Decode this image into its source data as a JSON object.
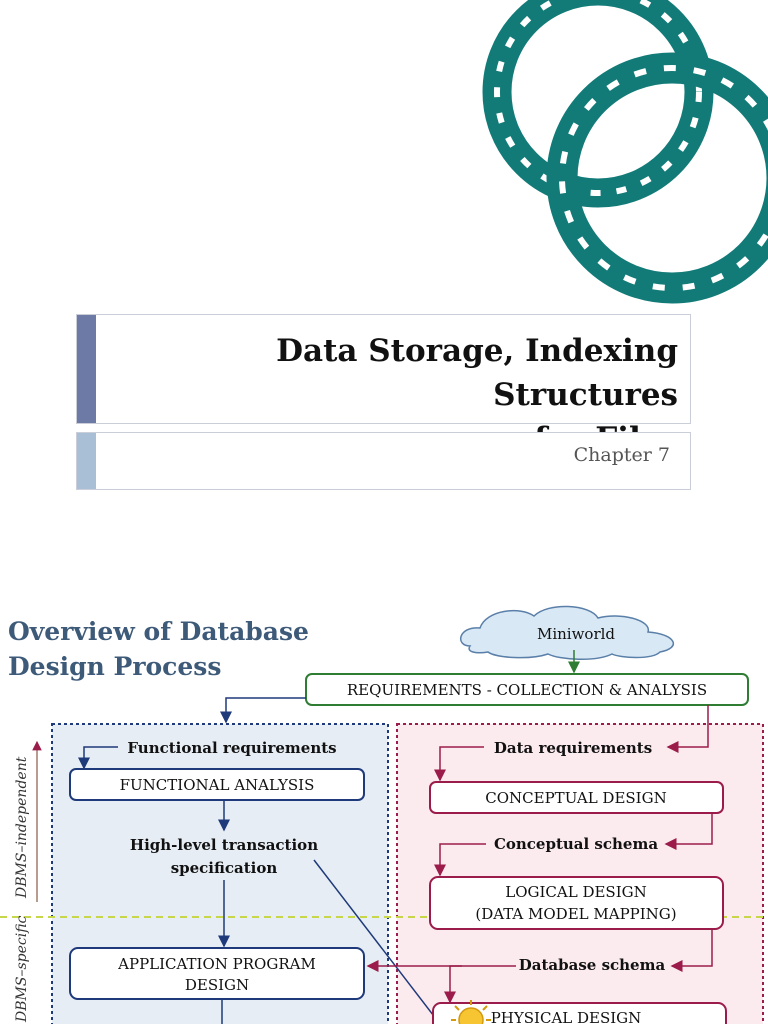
{
  "slide1": {
    "title_line1": "Data Storage, Indexing Structures",
    "title_line2": "for Files",
    "subtitle": "Chapter 7",
    "colors": {
      "title_bar": "#6d7aa6",
      "subtitle_bar": "#a9bfd6",
      "rings": "#127b78"
    }
  },
  "slide2": {
    "title_line1": "Overview of Database",
    "title_line2": "Design Process",
    "side_label_top": "DBMS–independent",
    "side_label_bottom": "DBMS–specific",
    "diagram": {
      "miniworld": "Miniworld",
      "requirements": "REQUIREMENTS - COLLECTION & ANALYSIS",
      "functional_requirements": "Functional requirements",
      "functional_analysis": "FUNCTIONAL ANALYSIS",
      "hl_transaction_1": "High-level transaction",
      "hl_transaction_2": "specification",
      "app_program_1": "APPLICATION PROGRAM",
      "app_program_2": "DESIGN",
      "data_requirements": "Data requirements",
      "conceptual_design": "CONCEPTUAL DESIGN",
      "conceptual_schema": "Conceptual schema",
      "logical_design_1": "LOGICAL DESIGN",
      "logical_design_2": "(DATA MODEL MAPPING)",
      "database_schema": "Database schema",
      "physical_design": "PHYSICAL DESIGN"
    },
    "colors": {
      "left_box": "#1f3a7a",
      "right_box": "#9b1c4a",
      "requirements_box": "#2e7d32",
      "divider": "#c8d64a"
    }
  }
}
